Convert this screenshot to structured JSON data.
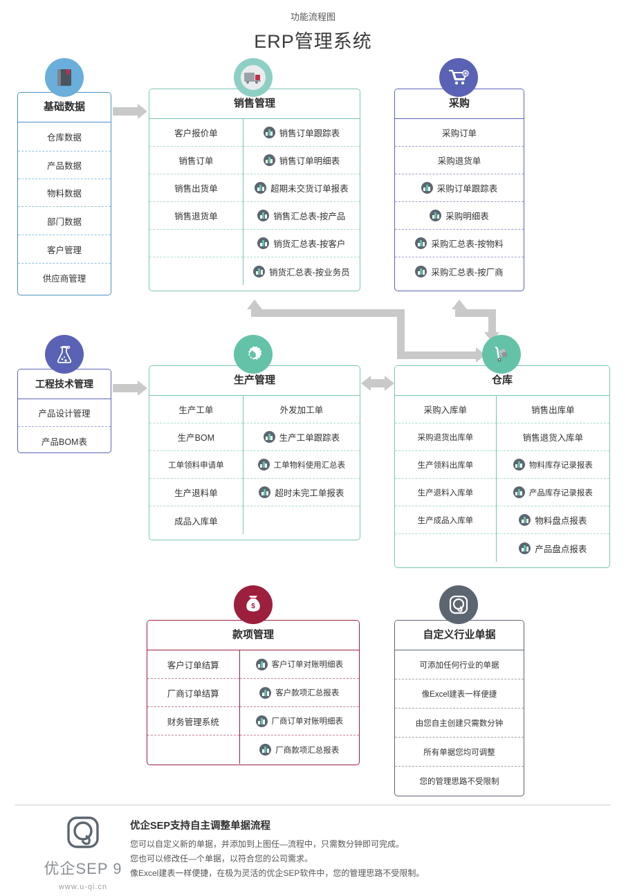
{
  "header": {
    "subtitle": "功能流程图",
    "title": "ERP管理系统"
  },
  "colors": {
    "blue": "#4a8fc4",
    "teal": "#79c4b4",
    "purple": "#5a62b5",
    "red": "#9c1f3d",
    "gray": "#5c6670",
    "connector": "#c9c9c9",
    "report_icon": "#5c6670",
    "report_icon_accent": "#63c2a8"
  },
  "cards": {
    "basic_data": {
      "title": "基础数据",
      "icon": "book-icon",
      "badge_color": "#6aaedb",
      "left": [
        "仓库数据",
        "产品数据",
        "物料数据",
        "部门数据",
        "客户管理",
        "供应商管理"
      ]
    },
    "sales": {
      "title": "销售管理",
      "icon": "truck-icon",
      "badge_color": "#8ecfc4",
      "left": [
        "客户报价单",
        "销售订单",
        "销售出货单",
        "销售退货单",
        "",
        ""
      ],
      "right": [
        "销售订单跟踪表",
        "销售订单明细表",
        "超期未交货订单报表",
        "销售汇总表-按产品",
        "销货汇总表-按客户",
        "销货汇总表-按业务员"
      ]
    },
    "purchase": {
      "title": "采购",
      "icon": "shopping-cart-icon",
      "badge_color": "#5a62b5",
      "plain": [
        "采购订单",
        "采购退货单"
      ],
      "reports": [
        "采购订单跟踪表",
        "采购明细表",
        "采购汇总表-按物料",
        "采购汇总表-按厂商"
      ]
    },
    "engineering": {
      "title": "工程技术管理",
      "icon": "flask-icon",
      "badge_color": "#5a62b5",
      "left": [
        "产品设计管理",
        "产品BOM表"
      ]
    },
    "production": {
      "title": "生产管理",
      "icon": "gear-icon",
      "badge_color": "#63c2a8",
      "left": [
        "生产工单",
        "生产BOM",
        "工单领料申请单",
        "生产退料单",
        "成品入库单"
      ],
      "right": [
        "外发加工单",
        "生产工单跟踪表",
        "工单物料使用汇总表",
        "超时未完工单报表",
        ""
      ],
      "right_is_report": [
        false,
        true,
        true,
        true,
        false
      ]
    },
    "warehouse": {
      "title": "仓库",
      "icon": "hand-truck-icon",
      "badge_color": "#63c2a8",
      "left": [
        "采购入库单",
        "采购退货出库单",
        "生产领料出库单",
        "生产退料入库单",
        "生产成品入库单",
        ""
      ],
      "right": [
        "销售出库单",
        "销售退货入库单",
        "物料库存记录报表",
        "产品库存记录报表",
        "物料盘点报表",
        "产品盘点报表"
      ],
      "right_is_report": [
        false,
        false,
        true,
        true,
        true,
        true
      ]
    },
    "payment": {
      "title": "款项管理",
      "icon": "money-bag-icon",
      "badge_color": "#9c1f3d",
      "left": [
        "客户订单结算",
        "厂商订单结算",
        "财务管理系统",
        ""
      ],
      "right": [
        "客户订单对账明细表",
        "客户款项汇总报表",
        "厂商订单对账明细表",
        "厂商款项汇总报表"
      ]
    },
    "custom_forms": {
      "title": "自定义行业单据",
      "icon": "q-logo-icon",
      "badge_color": "#5c6670",
      "left": [
        "可添加任何行业的单据",
        "像Excel建表一样便捷",
        "由您自主创建只需数分钟",
        "所有单据您均可调整",
        "您的管理思路不受限制"
      ]
    }
  },
  "footer": {
    "logo_name": "优企SEP 9",
    "logo_url": "www.u-qi.cn",
    "heading": "优企SEP支持自主调整单据流程",
    "line1": "您可以自定义新的单据，并添加到上图任—流程中，只需数分钟即可完成。",
    "line2": "您也可以修改任—个单据，以符合您的公司需求。",
    "line3": "像Excel建表一样便捷，在极为灵活的优企SEP软件中，您的管理思路不受限制。"
  }
}
